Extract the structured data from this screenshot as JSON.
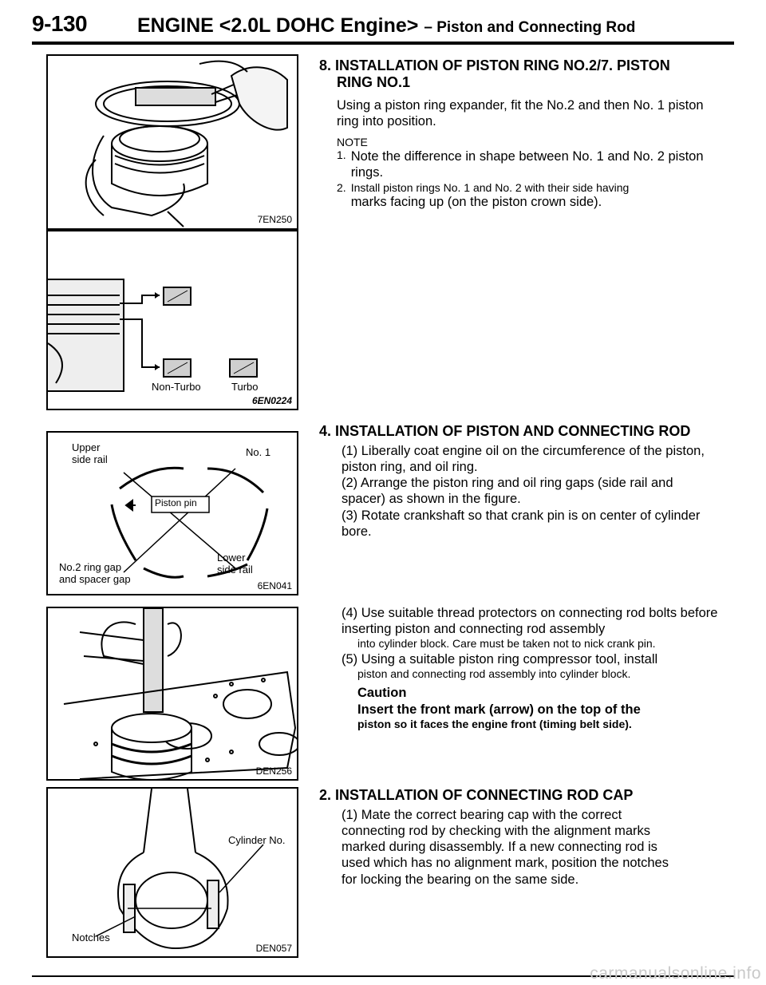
{
  "header": {
    "page_number": "9-130",
    "title_main": "ENGINE <2.0L DOHC Engine>",
    "title_sub": "– Piston and Connecting Rod"
  },
  "figures": {
    "fig1": {
      "code": "7EN250"
    },
    "fig2": {
      "code": "6EN0224",
      "label_non_turbo": "Non-Turbo",
      "label_turbo": "Turbo"
    },
    "fig3": {
      "code": "6EN041",
      "upper_side_rail": [
        "Upper",
        "side rail"
      ],
      "no1": "No. 1",
      "piston_pin": "Piston pin",
      "no2_gap": [
        "No.2 ring gap",
        "and spacer gap"
      ],
      "lower_side_rail": [
        "Lower",
        "side rail"
      ]
    },
    "fig4": {
      "code": "DEN256"
    },
    "fig5": {
      "code": "DEN057",
      "cylinder_no": "Cylinder No.",
      "notches": "Notches"
    }
  },
  "sections": {
    "s8": {
      "title_line1": "8. INSTALLATION OF PISTON RING NO.2/7. PISTON",
      "title_line2": "RING NO.1",
      "body": "Using a piston ring expander, fit the No.2 and then No. 1 piston ring into position.",
      "note_label": "NOTE",
      "note1_num": "1.",
      "note1": "Note the difference in shape between No. 1 and No. 2 piston rings.",
      "note2_num": "2.",
      "note2_a": "Install piston rings No. 1 and No. 2 with their side having",
      "note2_b": "marks facing up (on the piston crown side)."
    },
    "s4": {
      "title": "4. INSTALLATION OF PISTON AND CONNECTING ROD",
      "step1": "(1) Liberally coat engine oil on the circumference of the piston, piston ring, and oil ring.",
      "step2": "(2) Arrange the piston ring and oil ring gaps (side rail and spacer) as shown in the figure.",
      "step3": "(3) Rotate crankshaft so that crank pin is on center of cylinder bore.",
      "step4_a": "(4) Use suitable thread protectors on connecting rod bolts before inserting piston and connecting rod assembly",
      "step4_b": "into cylinder block. Care must be taken not to nick crank pin.",
      "step5_a": "(5) Using a suitable piston ring compressor tool, install",
      "step5_b": "piston and connecting rod assembly into cylinder block.",
      "caution_label": "Caution",
      "caution_a": "Insert the front mark (arrow) on the top of the",
      "caution_b": "piston so it faces the engine front (timing belt side)."
    },
    "s2": {
      "title": "2. INSTALLATION OF CONNECTING ROD CAP",
      "step1": "(1) Mate the correct bearing cap with the correct connecting rod by checking with the alignment marks marked during disassembly. If a new connecting rod is used which has no alignment mark, position the notches for locking the bearing on the same side."
    }
  },
  "watermark": "carmanualsonline.info"
}
